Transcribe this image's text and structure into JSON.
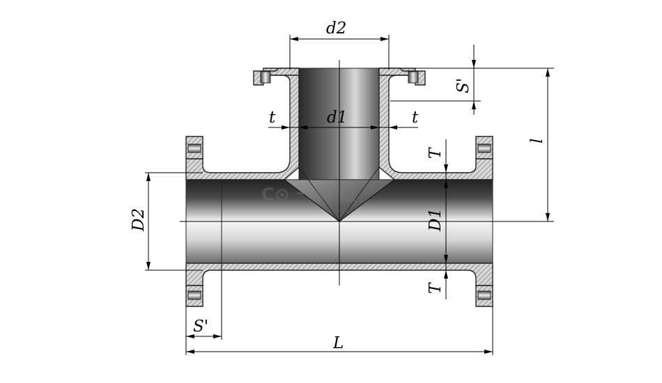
{
  "labels": {
    "d2": "d2",
    "d1": "d1",
    "t_left": "t",
    "t_right": "t",
    "s_top": "S'",
    "l": "l",
    "T_top": "T",
    "T_bottom": "T",
    "D1": "D1",
    "D2": "D2",
    "s_bottom": "S'",
    "L": "L"
  },
  "colors": {
    "hatch": "#7f7f7f",
    "pipe_dark": "#2e2e2e",
    "pipe_light": "#f4f4f4",
    "line": "#000000"
  }
}
